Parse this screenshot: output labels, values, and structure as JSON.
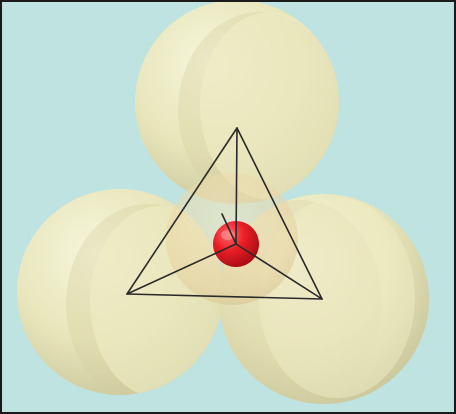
{
  "scene": {
    "background_color": "#bfe3e0",
    "sphere_color": "#f4f0c8",
    "sphere_shadow_color": "#d8d3a4",
    "center_sphere_color": "#e8141c",
    "edge_color": "#2a2a2a",
    "sphere_count": 4,
    "center_atom": "red-sphere",
    "shape": "tetrahedron"
  }
}
